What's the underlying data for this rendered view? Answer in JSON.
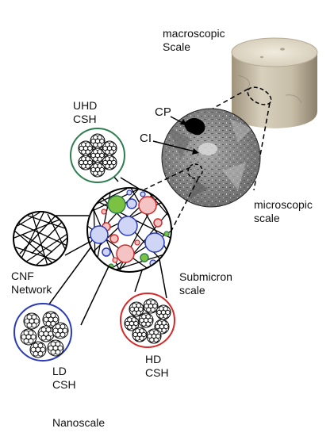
{
  "labels": {
    "macroscopic": [
      "macroscopic",
      "Scale"
    ],
    "cp": "CP",
    "ci": "CI",
    "microscopic": [
      "microscopic",
      "scale"
    ],
    "uhd_csh": [
      "UHD",
      "CSH"
    ],
    "cnf_network": [
      "CNF",
      "Network"
    ],
    "submicron": [
      "Submicron",
      "scale"
    ],
    "ld_csh": [
      "LD",
      "CSH"
    ],
    "hd_csh": [
      "HD",
      "CSH"
    ],
    "nanoscale": "Nanoscale"
  },
  "colors": {
    "uhd_ring": "#2e7d4f",
    "ld_ring": "#2a3ab8",
    "hd_ring": "#d42a2a",
    "green_particle": "#7cc242",
    "blue_particle": "#cfd6f5",
    "red_particle": "#f4c4c4",
    "specimen": "#cfc7b4",
    "micrograph": "#8c8c8c"
  }
}
